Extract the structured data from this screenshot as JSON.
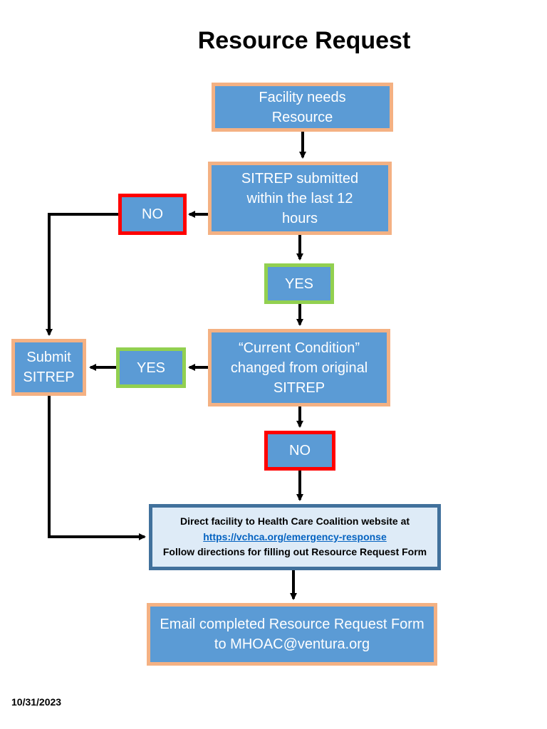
{
  "title": "Resource Request",
  "nodes": {
    "facility_needs": "Facility needs Resource",
    "sitrep_submitted": "SITREP submitted within the last 12 hours",
    "no_1": "NO",
    "yes_1": "YES",
    "current_condition": "“Current Condition” changed from original SITREP",
    "yes_2": "YES",
    "submit_sitrep": "Submit SITREP",
    "no_2": "NO",
    "email": "Email completed Resource Request Form to MHOAC@ventura.org"
  },
  "direct_box": {
    "line1": "Direct facility to Health Care Coalition website at",
    "link": "https://vchca.org/emergency-response",
    "line3": "Follow directions for filling out Resource Request Form"
  },
  "footer": {
    "date": "10/31/2023"
  },
  "colors": {
    "box_fill": "#5b9bd5",
    "border_orange": "#f4b183",
    "border_red": "#ff0000",
    "border_green": "#92d050",
    "info_fill": "#deebf7",
    "info_border": "#41719c",
    "link": "#0563c1"
  }
}
